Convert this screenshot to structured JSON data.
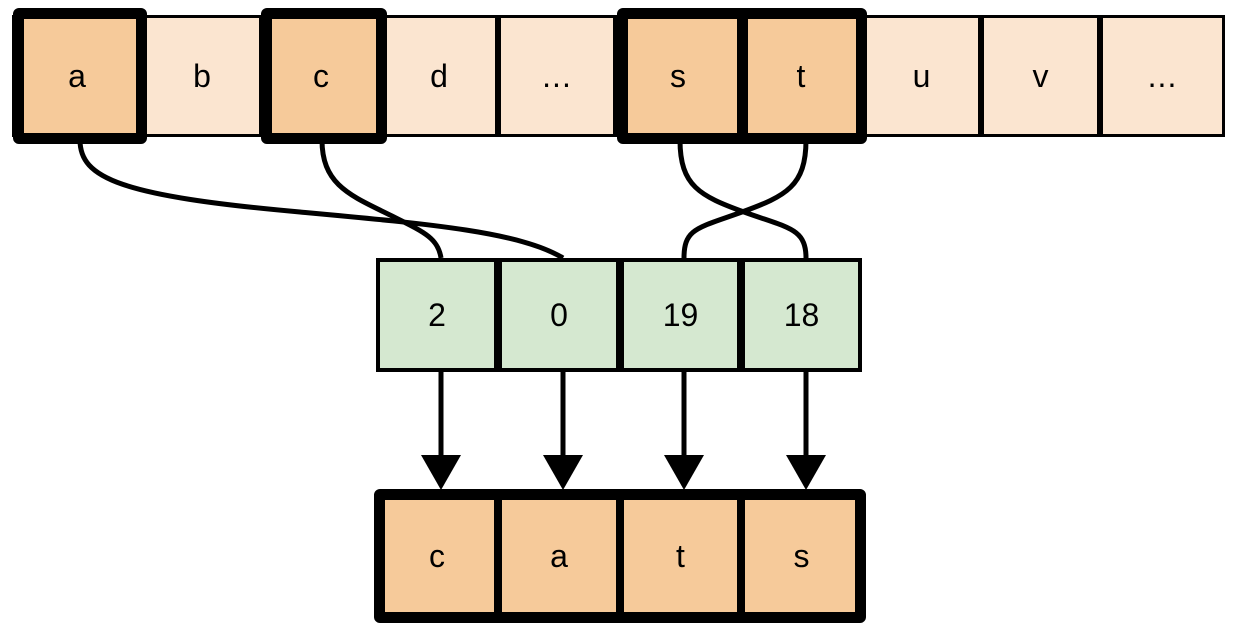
{
  "diagram": {
    "title": "String indexing and reordering diagram",
    "colors": {
      "highlight_fill": "#F6CA9A",
      "normal_fill": "#FBE5D0",
      "index_fill": "#D5E8D0",
      "stroke": "#000000"
    }
  },
  "alphabet_row": {
    "name": "alphabet-strip",
    "cells": [
      {
        "label": "a",
        "selected": true
      },
      {
        "label": "b",
        "selected": false
      },
      {
        "label": "c",
        "selected": true
      },
      {
        "label": "d",
        "selected": false
      },
      {
        "label": "...",
        "selected": false
      },
      {
        "label": "s",
        "selected": true
      },
      {
        "label": "t",
        "selected": true
      },
      {
        "label": "u",
        "selected": false
      },
      {
        "label": "v",
        "selected": false
      },
      {
        "label": "...",
        "selected": false
      }
    ]
  },
  "index_row": {
    "name": "index-array",
    "cells": [
      {
        "label": "2"
      },
      {
        "label": "0"
      },
      {
        "label": "19"
      },
      {
        "label": "18"
      }
    ]
  },
  "result_row": {
    "name": "result-word",
    "cells": [
      {
        "label": "c"
      },
      {
        "label": "a"
      },
      {
        "label": "t"
      },
      {
        "label": "s"
      }
    ]
  },
  "connectors": {
    "curves": [
      {
        "from": "a",
        "to": "0",
        "note": "letter-a-to-index-0"
      },
      {
        "from": "c",
        "to": "2",
        "note": "letter-c-to-index-2"
      },
      {
        "from": "s",
        "to": "18",
        "note": "letter-s-to-index-18"
      },
      {
        "from": "t",
        "to": "19",
        "note": "letter-t-to-index-19"
      }
    ],
    "arrows": [
      {
        "from": "2",
        "to": "c"
      },
      {
        "from": "0",
        "to": "a"
      },
      {
        "from": "19",
        "to": "t"
      },
      {
        "from": "18",
        "to": "s"
      }
    ]
  }
}
